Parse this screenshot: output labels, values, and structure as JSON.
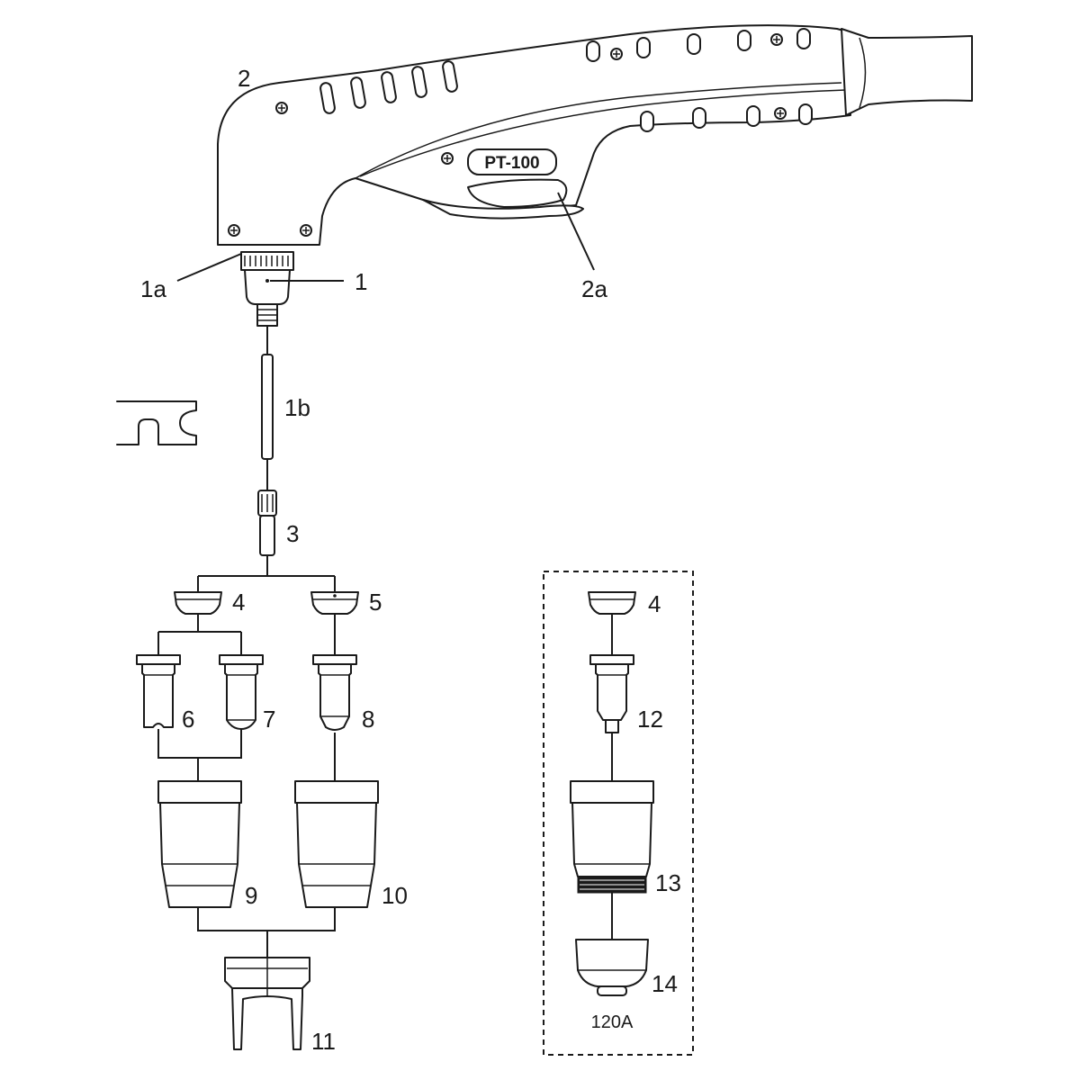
{
  "diagram": {
    "labels": {
      "p1": "1",
      "p1a": "1a",
      "p1b": "1b",
      "p2": "2",
      "p2a": "2a",
      "p3": "3",
      "p4": "4",
      "p5": "5",
      "p6": "6",
      "p7": "7",
      "p8": "8",
      "p9": "9",
      "p10": "10",
      "p11": "11",
      "p4b": "4",
      "p12": "12",
      "p13": "13",
      "p14": "14"
    },
    "torch_model": "PT-100",
    "inset_caption": "120A"
  }
}
